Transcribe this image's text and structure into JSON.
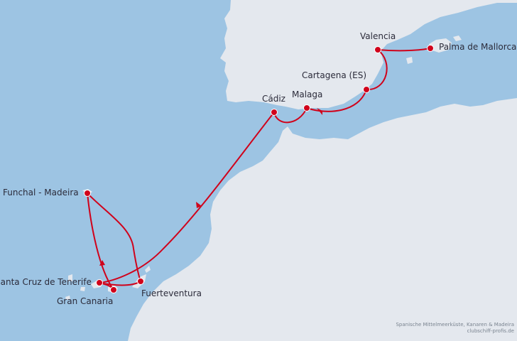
{
  "colors": {
    "sea": "#9dc4e3",
    "land": "#e4e8ee",
    "route": "#d0021b",
    "label": "#2b2b3a"
  },
  "ports": [
    {
      "id": "valencia",
      "name": "Valencia"
    },
    {
      "id": "palma",
      "name": "Palma de Mallorca"
    },
    {
      "id": "cartagena",
      "name": "Cartagena (ES)"
    },
    {
      "id": "malaga",
      "name": "Malaga"
    },
    {
      "id": "cadiz",
      "name": "Cádiz"
    },
    {
      "id": "funchal",
      "name": "Funchal - Madeira"
    },
    {
      "id": "tenerife",
      "name": "Santa Cruz de Tenerife"
    },
    {
      "id": "gran-canaria",
      "name": "Gran Canaria"
    },
    {
      "id": "fuerteventura",
      "name": "Fuerteventura"
    }
  ],
  "credit": {
    "line1": "Spanische Mittelmeerküste, Kanaren & Madeira",
    "line2": "clubschiff-profis.de"
  }
}
